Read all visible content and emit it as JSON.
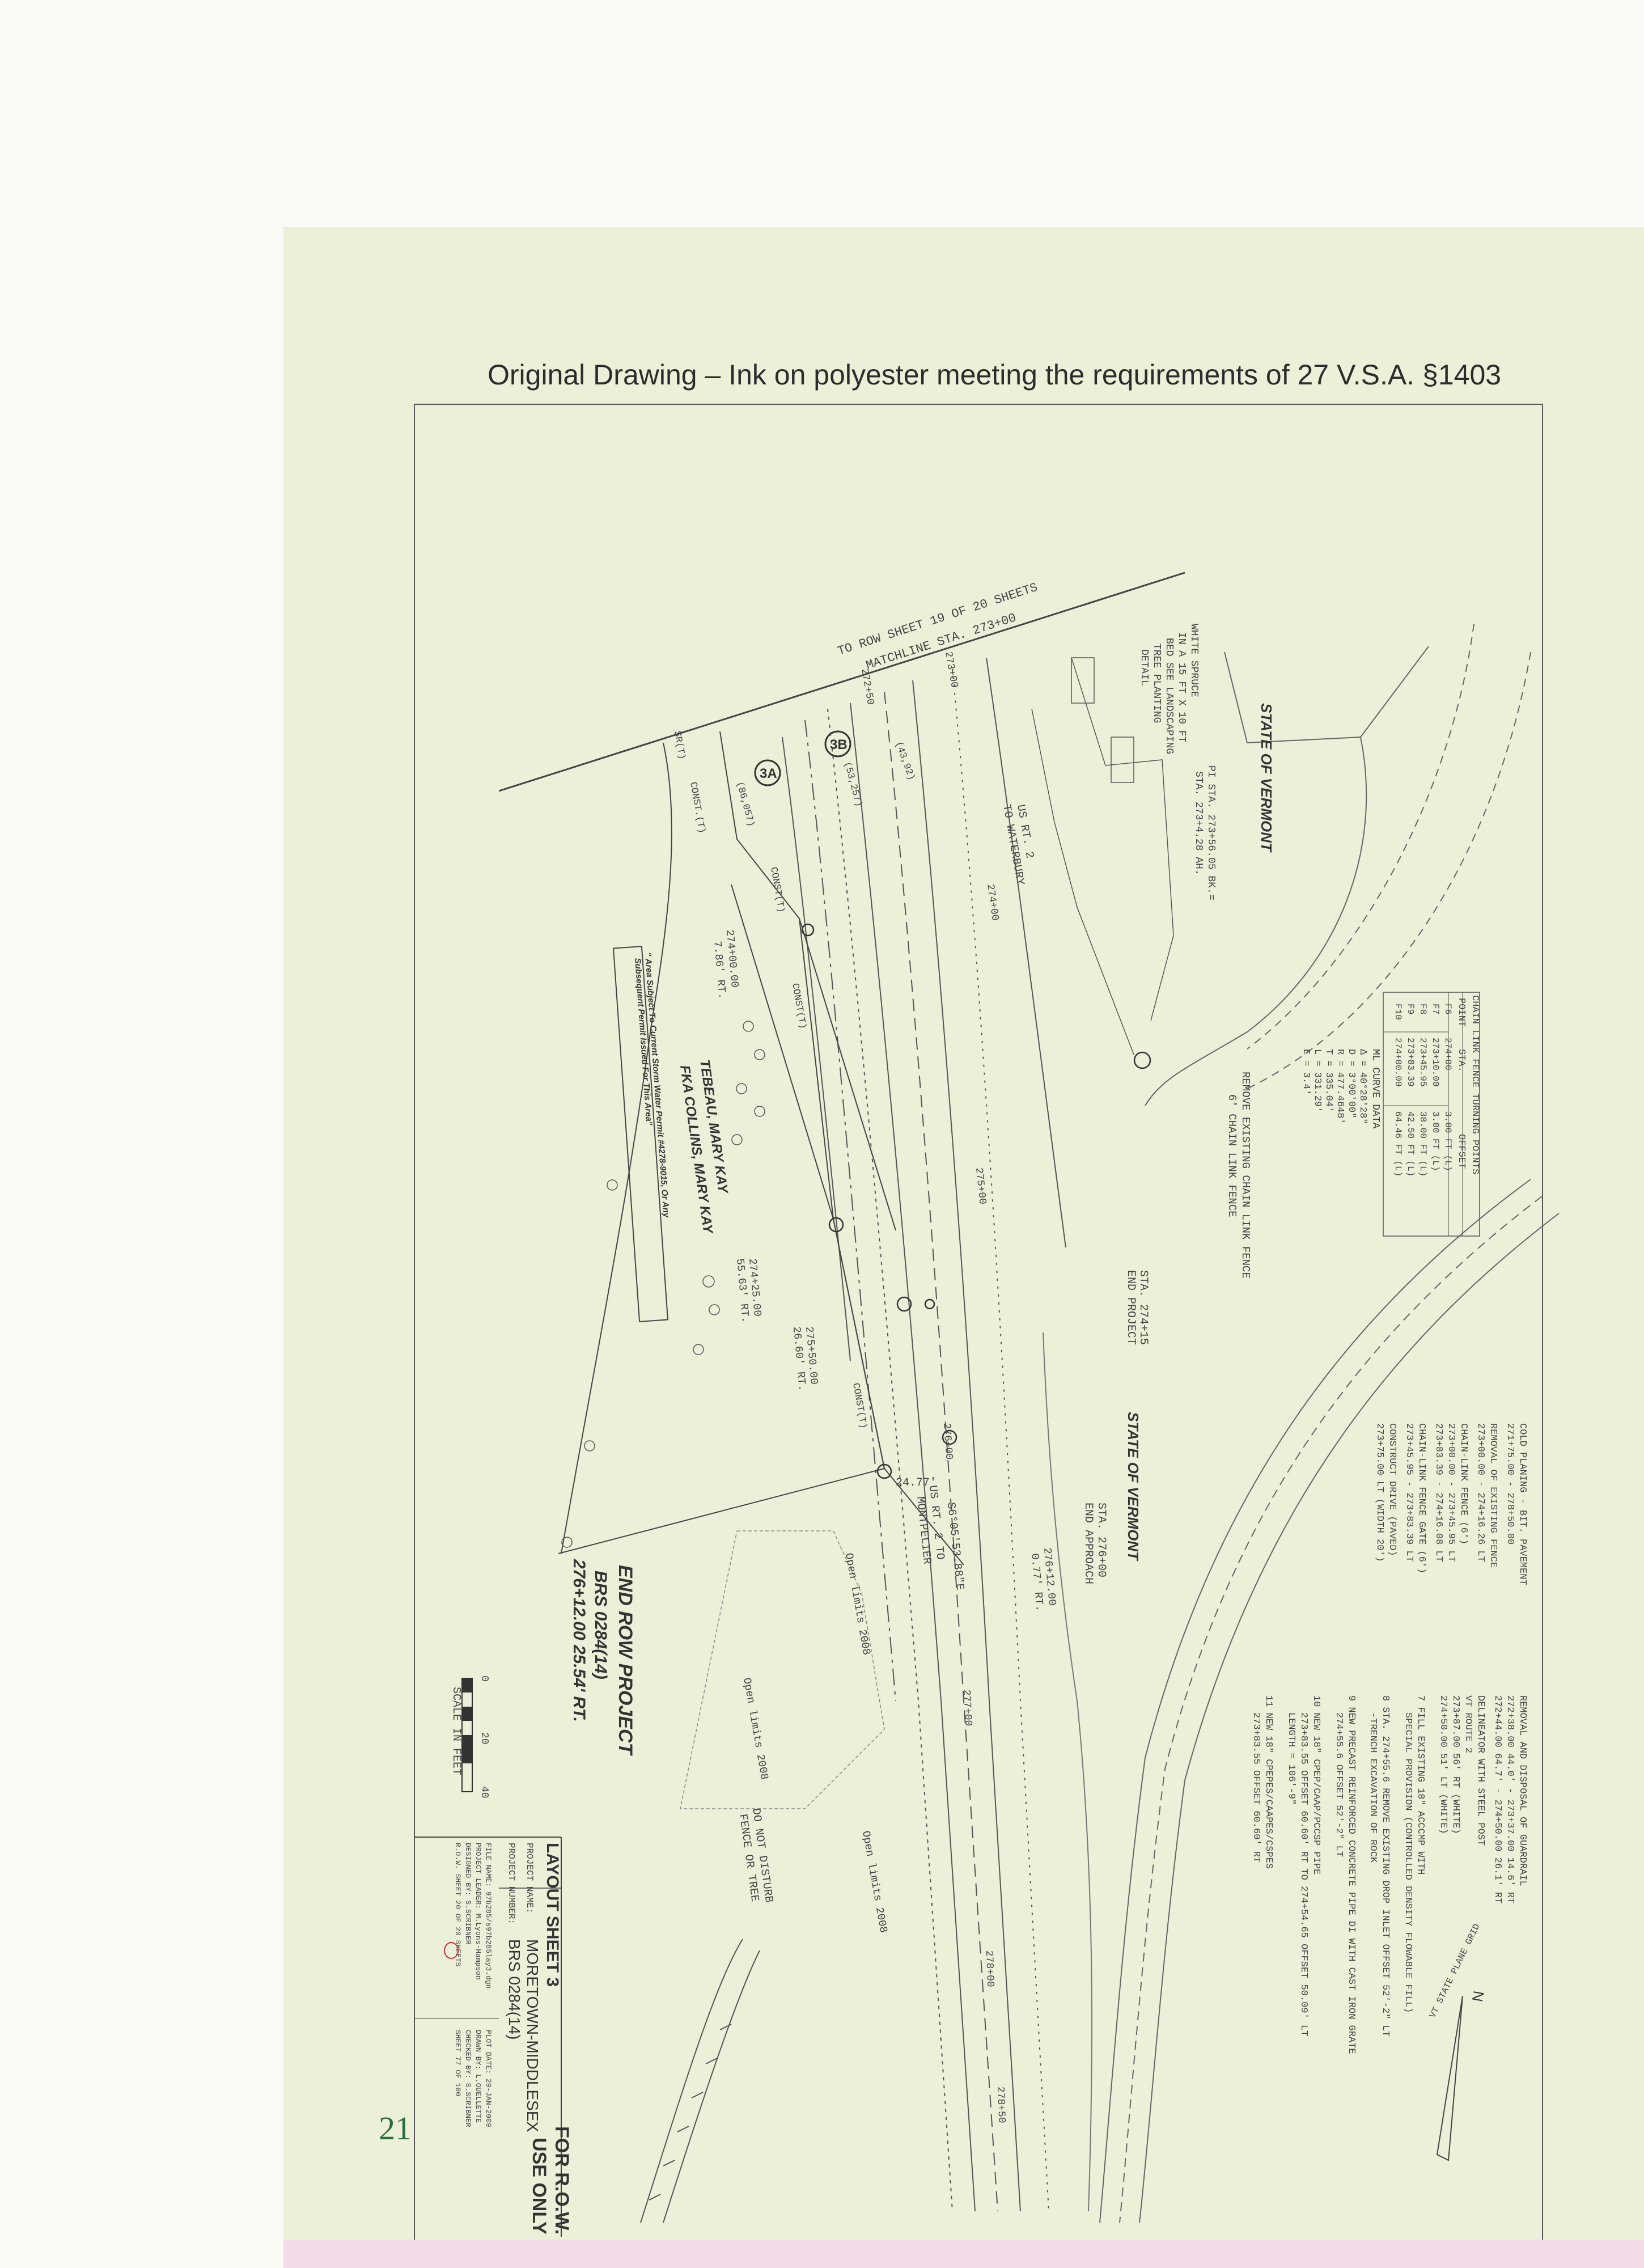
{
  "header": {
    "text": "Original Drawing – Ink on polyester meeting the requirements of 27 V.S.A. §1403"
  },
  "match_line": {
    "line1": "TO ROW SHEET 19 OF 20 SHEETS",
    "line2": "MATCHLINE STA. 273+00"
  },
  "state_labels": [
    "STATE OF VERMONT",
    "STATE OF VERMONT"
  ],
  "owner": {
    "name1": "TEBEAU, MARY KAY",
    "name2": "FKA COLLINS, MARY KAY"
  },
  "permit_note": {
    "line1": "\" Area Subject To Current Storm Water Permit #4278-9015, Or Any",
    "line2": "Subsequent Permit Issued For This Area\""
  },
  "end_project": {
    "line1": "END ROW PROJECT",
    "line2": "BRS 0284(14)",
    "line3": "276+12.00 25.54' RT."
  },
  "tree_note": [
    "WHITE SPRUCE",
    "IN A 15 FT X 10 FT",
    "BED SEE LANDSCAPING",
    "TREE PLANTING",
    "DETAIL"
  ],
  "pi_note": [
    "PI STA. 273+56.05 BK.=",
    "STA. 273+4.28 AH."
  ],
  "route_labels": {
    "us2_waterbury": "US RT. 2",
    "to_waterbury": "TO WATERBURY",
    "us2_montpelier": "US RT. 2 TO",
    "montpelier": "MONTPELIER"
  },
  "end_project_sta": {
    "line1": "STA. 274+15",
    "line2": "END PROJECT"
  },
  "end_approach": {
    "line1": "STA. 276+00",
    "line2": "END APPROACH"
  },
  "chain_fence": {
    "line1": "REMOVE EXISTING CHAIN LINK FENCE",
    "line2": "6' CHAIN LINK FENCE"
  },
  "bearing": "S6°05'53.88\"E",
  "dimension": "24.77'",
  "station_labels": [
    {
      "id": "274+00.00",
      "lines": [
        "274+00.00",
        "7.86' RT."
      ]
    },
    {
      "id": "274+25.00",
      "lines": [
        "274+25.00",
        "55.63' RT."
      ]
    },
    {
      "id": "275+50.00",
      "lines": [
        "275+50.00",
        "26.60' RT."
      ]
    },
    {
      "id": "276+12.00",
      "lines": [
        "276+12.00",
        "0.77' RT."
      ]
    }
  ],
  "stations_on_line": [
    "274+00",
    "275+00",
    "276+00",
    "277+00",
    "278+00",
    "278+50",
    "273+00",
    "272+50"
  ],
  "open_limits": [
    "Open limits 2008",
    "Open limits 2008",
    "Open limits 2008"
  ],
  "do_not_disturb": [
    "DO NOT DISTURB",
    "FENCE OR TREE"
  ],
  "parcel_ids": [
    "3A",
    "3B"
  ],
  "misc_labels": [
    "CONST.(T)",
    "(86,057)",
    "(43,92)",
    "(53,257)",
    "SR(T)",
    "CONST(T)",
    "CONST(T)",
    "CONST(T)"
  ],
  "curve_data": {
    "title": "ML CURVE DATA",
    "lines": [
      "Δ = 40°28'28\"",
      "D = 3°00'00\"",
      "R = 477.4648'",
      "T = 335.04'",
      "L = 331.29'",
      "E = 3.4'"
    ]
  },
  "fence_table": {
    "title": "CHAIN LINK FENCE TURNING POINTS",
    "headers": [
      "POINT",
      "STA.",
      "OFFSET"
    ],
    "rows": [
      [
        "F6",
        "274+00",
        "3.00 FT (L)"
      ],
      [
        "F7",
        "273+10.00",
        "3.00 FT (L)"
      ],
      [
        "F8",
        "273+45.95",
        "38.00 FT (L)"
      ],
      [
        "F9",
        "273+83.39",
        "42.50 FT (L)"
      ],
      [
        "F10",
        "274+00.00",
        "64.46 FT (L)"
      ]
    ]
  },
  "notes": [
    "COLD PLANING - BIT. PAVEMENT",
    "271+75.00 - 278+50.00",
    "REMOVAL OF EXISTING FENCE",
    "273+00.00 - 274+16.26 LT",
    "CHAIN-LINK FENCE (6')",
    "273+00.00 - 273+45.95 LT",
    "273+83.39 - 274+16.08 LT",
    "CHAIN-LINK FENCE GATE (6')",
    "273+45.95 - 273+83.39 LT",
    "CONSTRUCT DRIVE (PAVED)",
    "273+75.00 LT (WIDTH 20')"
  ],
  "notes_right": [
    "REMOVAL AND DISPOSAL OF GUARDRAIL",
    "272+38.00  44.0' - 273+37.00  14.6' RT",
    "272+44.00  64.7' - 274+50.00  26.1' RT",
    "DELINEATOR WITH STEEL POST",
    "VT ROUTE 2",
    "273+87.00  56' RT (WHITE)",
    "274+50.00  51' LT (WHITE)",
    "7  FILL EXISTING 18\" ACCCMP WITH",
    "SPECIAL PROVISION (CONTROLLED DENSITY FLOWABLE FILL)",
    "8  STA. 274+55.6 REMOVE EXISTING DROP INLET OFFSET 52'-2\" LT",
    "-TRENCH EXCAVATION OF ROCK",
    "9  NEW PRECAST REINFORCED CONCRETE PIPE DI WITH CAST IRON GRATE",
    "274+55.6 OFFSET 52'-2\" LT",
    "10  NEW 18\" CPEP/CAAP/PCCSP PIPE",
    "273+83.55 OFFSET 60.60' RT TO 274+54.65 OFFSET 50.09' LT",
    "LENGTH = 106'-9\"",
    "11  NEW 18\" CPEPES/CAAPES/CSPES",
    "273+83.55 OFFSET 60.60' RT"
  ],
  "north_arrow": {
    "letter": "N",
    "label": "VT STATE PLANE GRID"
  },
  "scale": {
    "ticks": [
      "0",
      "20",
      "40"
    ],
    "label": "SCALE IN FEET"
  },
  "title_block": {
    "sheet_title": "LAYOUT SHEET 3",
    "project_name_label": "PROJECT NAME:",
    "project_name": "MORETOWN-MIDDLESEX",
    "project_number_label": "PROJECT NUMBER:",
    "project_number": "BRS 0284(14)",
    "file_name": "FILE NAME: 97b285/s97b285lay3.dgn",
    "project_leader": "PROJECT LEADER: M.Lyons-Hampson",
    "designed_by": "DESIGNED BY: S.SCRIBNER",
    "sheet_of": "R.O.W. SHEET 20 OF 20 SHEETS",
    "plot_date": "PLOT DATE: 29-JAN-2009",
    "drawn_by": "DRAWN BY: L.OUELLETTE",
    "checked_by": "CHECKED BY: S.SCRIBNER",
    "sheet_of_total": "SHEET 77 OF 100",
    "row_stamp": [
      "FOR R.O.W.",
      "USE ONLY"
    ]
  },
  "handwritten_number": "21"
}
